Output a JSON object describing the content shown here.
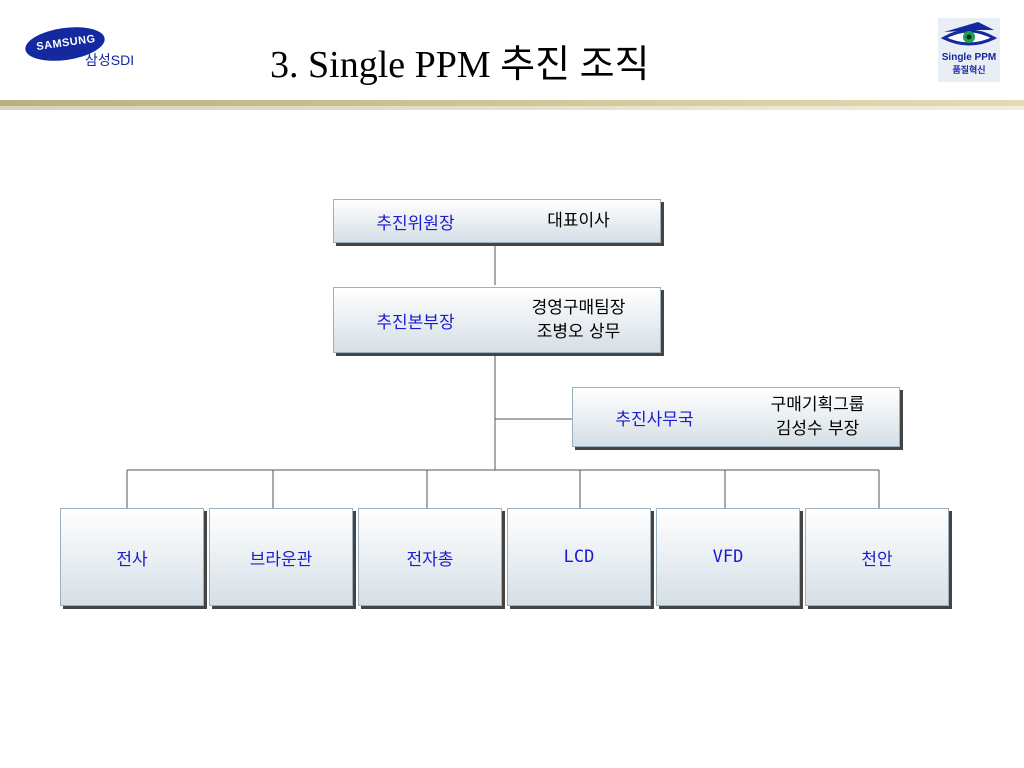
{
  "header": {
    "title": "3. Single PPM 추진 조직",
    "company_logo": {
      "brand": "SAMSUNG",
      "name": "삼성SDI"
    },
    "badge_logo": {
      "line1": "Single PPM",
      "line2": "품질혁신",
      "icon": "eye-icon"
    }
  },
  "org": {
    "committee": {
      "role": "추진위원장",
      "person": "대표이사"
    },
    "headquarters": {
      "role": "추진본부장",
      "person_line1": "경영구매팀장",
      "person_line2": "조병오 상무"
    },
    "office": {
      "role": "추진사무국",
      "person_line1": "구매기획그룹",
      "person_line2": "김성수 부장"
    },
    "units": [
      "전사",
      "브라운관",
      "전자총",
      "LCD",
      "VFD",
      "천안"
    ]
  },
  "colors": {
    "role_text": "#1c1ccf",
    "brand_blue": "#1428a0",
    "header_rule": "#b8b280"
  }
}
